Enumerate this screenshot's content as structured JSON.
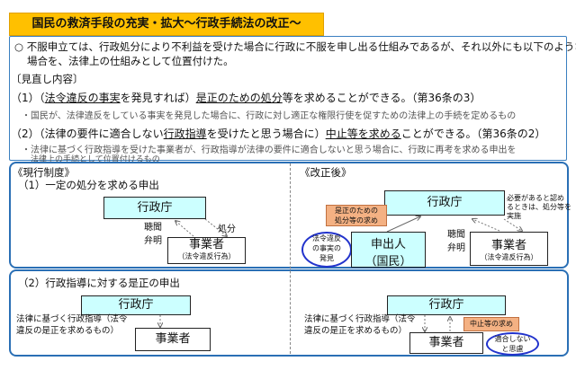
{
  "title": "国民の救済手段の充実・拡大～行政手続法の改正～",
  "intro": {
    "line1": "○ 不服申立ては、行政処分により不利益を受けた場合に行政に不服を申し出る仕組みであるが、それ以外にも以下のような",
    "line2": "場合を、法律上の仕組みとして位置付けた。"
  },
  "review_heading": "〔見直し内容〕",
  "item1": {
    "num": "（1）",
    "p1": "（",
    "u1": "法令違反の事実",
    "p2": "を発見すれば）",
    "u2": "是正のための処分",
    "p3": "等を求めることができる。（第36条の3）",
    "note": "・国民が、法律違反をしている事実を発見した場合に、行政に対し適正な権限行使を促すための法律上の手続を定めるもの"
  },
  "item2": {
    "num": "（2）",
    "p1": "（法律の要件に適合しない",
    "u1": "行政指導",
    "p2": "を受けたと思う場合に）",
    "u2": "中止等を求める",
    "p3": "ことができる。（第36条の2）",
    "note1": "・法律に基づく行政指導を受けた事業者が、行政指導が法律の要件に適合しないと思う場合に、行政に再考を求める申出を",
    "note2": "法律上の手続として位置付けるもの"
  },
  "current": {
    "heading": "《現行制度》",
    "sub1": "（1）一定の処分を求める申出",
    "agency": "行政庁",
    "business": "事業者",
    "business_sub": "（法令違反行為）",
    "hearing1": "聴聞",
    "hearing2": "弁明",
    "disposition": "処分"
  },
  "revised": {
    "heading": "《改正後》",
    "agency": "行政庁",
    "request": [
      "是正のための",
      "処分等の求め"
    ],
    "bubble": [
      "法令違反",
      "の事実の",
      "発見"
    ],
    "applicant": "申出人",
    "applicant_sub": "（国民）",
    "hearing1": "聴聞",
    "hearing2": "弁明",
    "business": "事業者",
    "business_sub": "（法令違反行為）",
    "note": [
      "必要があると認め",
      "るときは、処分等を",
      "実施"
    ]
  },
  "section2": {
    "sub": "（2）行政指導に対する是正の申出",
    "agency": "行政庁",
    "guidance": [
      "法律に基づく行政指導（法令",
      "違反の是正を求めるもの）"
    ],
    "business": "事業者",
    "r_agency": "行政庁",
    "r_guidance": [
      "法律に基づく行政指導（法令",
      "違反の是正を求めるもの）"
    ],
    "r_request": "中止等の求め",
    "r_business": "事業者",
    "r_bubble": [
      "適合しない",
      "と思慮"
    ]
  }
}
